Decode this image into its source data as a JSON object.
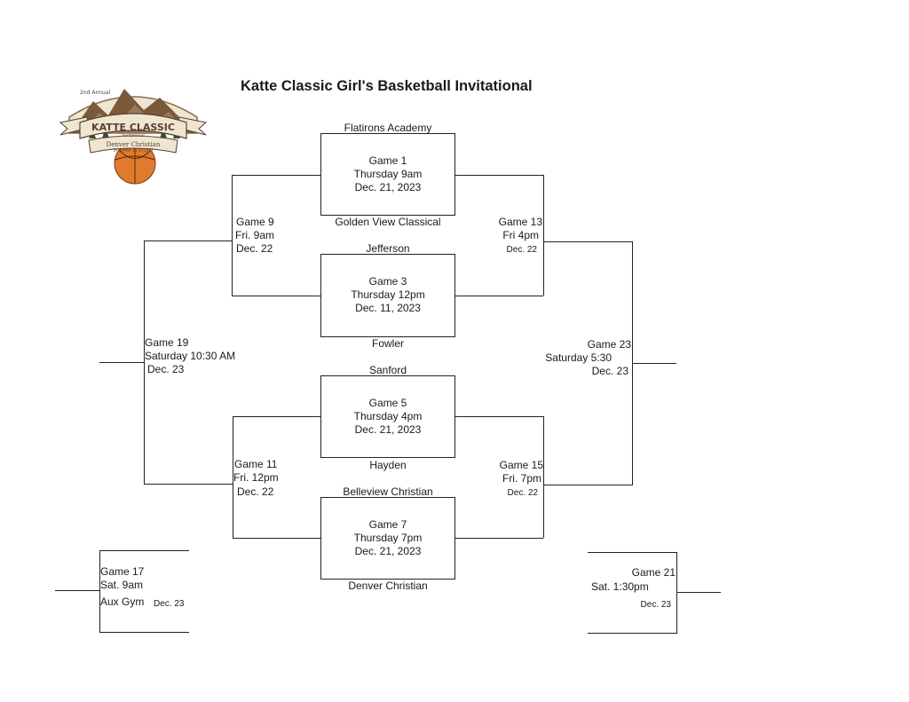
{
  "title": "Katte Classic Girl's Basketball Invitational",
  "logo": {
    "annual": "2nd Annual",
    "name": "KATTE CLASSIC",
    "subtitle": "Invitational",
    "host": "Denver Christian",
    "dates": "December 21-23 2023",
    "colors": {
      "mountain": "#7a5a3a",
      "banner": "#efe6d2",
      "ball": "#e07a2c",
      "ink": "#5a4030"
    }
  },
  "teams": {
    "flatirons": "Flatirons Academy",
    "golden_view": "Golden View Classical",
    "jefferson": "Jefferson",
    "fowler": "Fowler",
    "sanford": "Sanford",
    "hayden": "Hayden",
    "belleview": "Belleview Christian",
    "denver_christian": "Denver Christian"
  },
  "games": {
    "g1": {
      "name": "Game 1",
      "day": "Thursday 9am",
      "date": "Dec. 21, 2023"
    },
    "g3": {
      "name": "Game 3",
      "day": "Thursday 12pm",
      "date": "Dec. 11, 2023"
    },
    "g5": {
      "name": "Game 5",
      "day": "Thursday 4pm",
      "date": "Dec. 21, 2023"
    },
    "g7": {
      "name": "Game 7",
      "day": "Thursday 7pm",
      "date": "Dec. 21, 2023"
    },
    "g9": {
      "name": "Game 9",
      "day": "Fri. 9am",
      "date": "Dec. 22"
    },
    "g11": {
      "name": "Game 11",
      "day": "Fri. 12pm",
      "date": "Dec. 22"
    },
    "g13": {
      "name": "Game 13",
      "day": "Fri 4pm",
      "date": "Dec. 22"
    },
    "g15": {
      "name": "Game 15",
      "day": "Fri. 7pm",
      "date": "Dec. 22"
    },
    "g17": {
      "name": "Game 17",
      "day": "Sat. 9am",
      "venue": "Aux Gym",
      "date": "Dec. 23"
    },
    "g19": {
      "name": "Game 19",
      "day": "Saturday 10:30 AM",
      "date": "Dec. 23"
    },
    "g21": {
      "name": "Game 21",
      "day": "Sat. 1:30pm",
      "date": "Dec. 23"
    },
    "g23": {
      "name": "Game 23",
      "day": "Saturday 5:30",
      "date": "Dec. 23"
    }
  }
}
